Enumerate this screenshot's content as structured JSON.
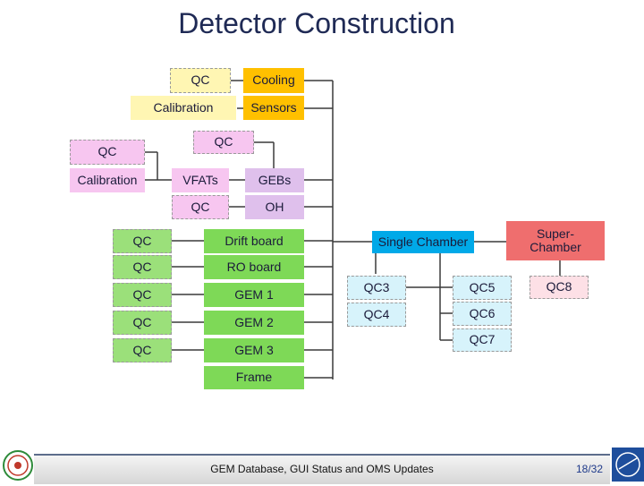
{
  "title": "Detector Construction",
  "boxes": {
    "qc_top": "QC",
    "cooling": "Cooling",
    "calibration_top": "Calibration",
    "sensors": "Sensors",
    "qc_mid": "QC",
    "qc_left": "QC",
    "calibration_left": "Calibration",
    "vfats": "VFATs",
    "gebs": "GEBs",
    "qc_vfat": "QC",
    "oh": "OH",
    "qc_drift": "QC",
    "drift_board": "Drift board",
    "qc_ro": "QC",
    "ro_board": "RO board",
    "qc_gem1": "QC",
    "gem1": "GEM 1",
    "qc_gem2": "QC",
    "gem2": "GEM 2",
    "qc_gem3": "QC",
    "gem3": "GEM 3",
    "frame": "Frame",
    "single_chamber": "Single Chamber",
    "super_chamber": "Super-Chamber",
    "qc3": "QC3",
    "qc4": "QC4",
    "qc5": "QC5",
    "qc6": "QC6",
    "qc7": "QC7",
    "qc8": "QC8"
  },
  "footer": {
    "text": "GEM Database, GUI Status and OMS Updates",
    "page": "18/32"
  },
  "icons": {
    "left_logo": "institution-logo-icon",
    "right_logo": "lbt-logo-icon"
  }
}
